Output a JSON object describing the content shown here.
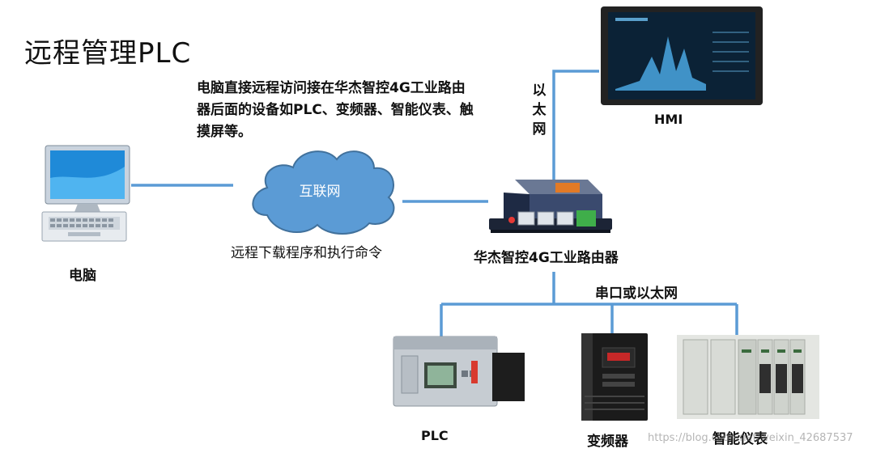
{
  "title": "远程管理PLC",
  "description": "电脑直接远程访问接在华杰智控4G工业路由器后面的设备如PLC、变频器、智能仪表、触摸屏等。",
  "cloud_label": "互联网",
  "labels": {
    "computer": "电脑",
    "remote_download": "远程下载程序和执行命令",
    "router": "华杰智控4G工业路由器",
    "serial_or_ethernet": "串口或以太网",
    "ethernet_vertical": "以太网",
    "hmi": "HMI",
    "plc": "PLC",
    "inverter": "变频器",
    "smart_meter": "智能仪表"
  },
  "watermark": "https://blog.csdn.net/weixin_42687537",
  "colors": {
    "wire": "#5b9bd5",
    "cloud": "#5b9bd5"
  }
}
